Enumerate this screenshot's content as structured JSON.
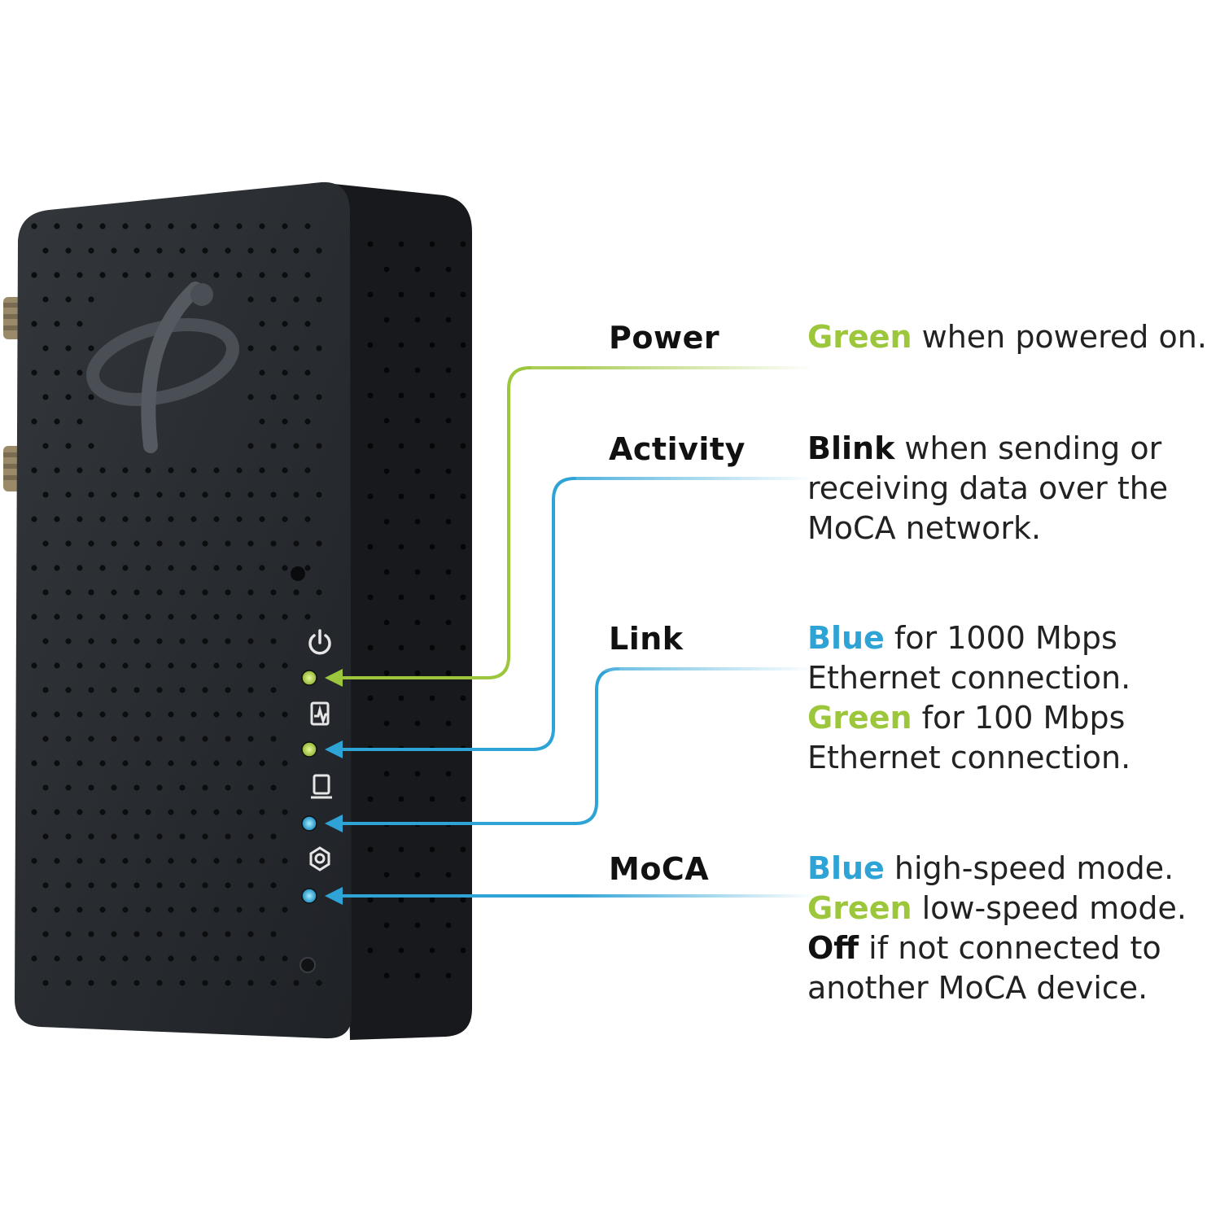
{
  "colors": {
    "green": "#9cc63b",
    "blue": "#2ea3d6",
    "device_body": "#25282c",
    "device_side": "#15171a",
    "text": "#222222"
  },
  "icons": [
    "power-icon",
    "activity-icon",
    "ethernet-link-icon",
    "moca-icon",
    "brand-logo"
  ],
  "leds": [
    {
      "name": "power",
      "color": "green"
    },
    {
      "name": "activity",
      "color": "green"
    },
    {
      "name": "link",
      "color": "blue"
    },
    {
      "name": "moca",
      "color": "blue"
    }
  ],
  "callouts": [
    {
      "label": "Power",
      "line_color": "green",
      "lines": [
        [
          {
            "t": "Green",
            "c": "green"
          },
          {
            "t": " when powered on."
          }
        ]
      ]
    },
    {
      "label": "Activity",
      "line_color": "blue",
      "lines": [
        [
          {
            "t": "Blink",
            "c": "black"
          },
          {
            "t": " when sending or"
          }
        ],
        [
          {
            "t": "receiving data over the"
          }
        ],
        [
          {
            "t": "MoCA network."
          }
        ]
      ]
    },
    {
      "label": "Link",
      "line_color": "blue",
      "lines": [
        [
          {
            "t": "Blue",
            "c": "blue"
          },
          {
            "t": " for 1000 Mbps"
          }
        ],
        [
          {
            "t": "Ethernet connection."
          }
        ],
        [
          {
            "t": "Green",
            "c": "green"
          },
          {
            "t": " for 100 Mbps"
          }
        ],
        [
          {
            "t": "Ethernet connection."
          }
        ]
      ]
    },
    {
      "label": "MoCA",
      "line_color": "blue",
      "lines": [
        [
          {
            "t": "Blue",
            "c": "blue"
          },
          {
            "t": " high-speed mode."
          }
        ],
        [
          {
            "t": "Green",
            "c": "green"
          },
          {
            "t": " low-speed mode."
          }
        ],
        [
          {
            "t": "Off",
            "c": "black"
          },
          {
            "t": " if not connected to"
          }
        ],
        [
          {
            "t": "another MoCA device."
          }
        ]
      ]
    }
  ]
}
